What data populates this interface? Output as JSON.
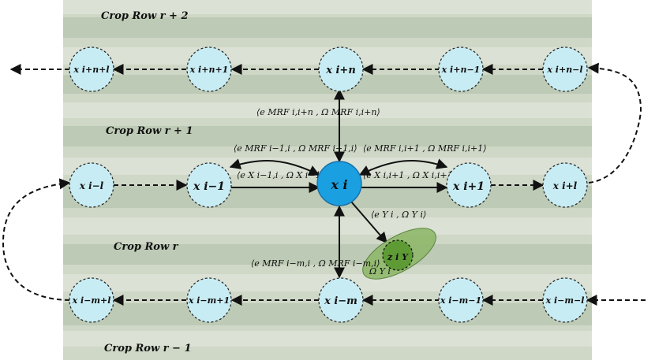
{
  "rows": {
    "top": "Crop Row r + 2",
    "upper": "Crop Row r + 1",
    "middle": "Crop Row r",
    "bottom": "Crop Row r − 1"
  },
  "nodes": {
    "top_left_end": "x i+n+l",
    "top_left": "x i+n+1",
    "top_center": "x i+n",
    "top_right": "x i+n−1",
    "top_right_end": "x i+n−l",
    "mid_left_end": "x i−l",
    "mid_left": "x i−1",
    "mid_center": "x i",
    "mid_right": "x i+1",
    "mid_right_end": "x i+l",
    "bot_left_end": "x i−m+l",
    "bot_left": "x i−m+1",
    "bot_center": "x i−m",
    "bot_right": "x i−m−1",
    "bot_right_end": "x i−m−l",
    "observation": "z i Y"
  },
  "edges": {
    "up_mrf": "⟨e MRF i,i+n , Ω MRF i,i+n⟩",
    "left_mrf": "⟨e MRF i−1,i , Ω MRF i−1,i⟩",
    "left_x": "⟨e X i−1,i , Ω X i−1,i⟩",
    "right_mrf": "⟨e MRF i,i+1 , Ω MRF i,i+1⟩",
    "right_x": "⟨e X i,i+1 , Ω X i,i+1⟩",
    "obs": "⟨e Y i , Ω Y i⟩",
    "down_mrf": "⟨e MRF i−m,i , Ω MRF i−m,i⟩",
    "obs_cov": "Ω Y i"
  }
}
